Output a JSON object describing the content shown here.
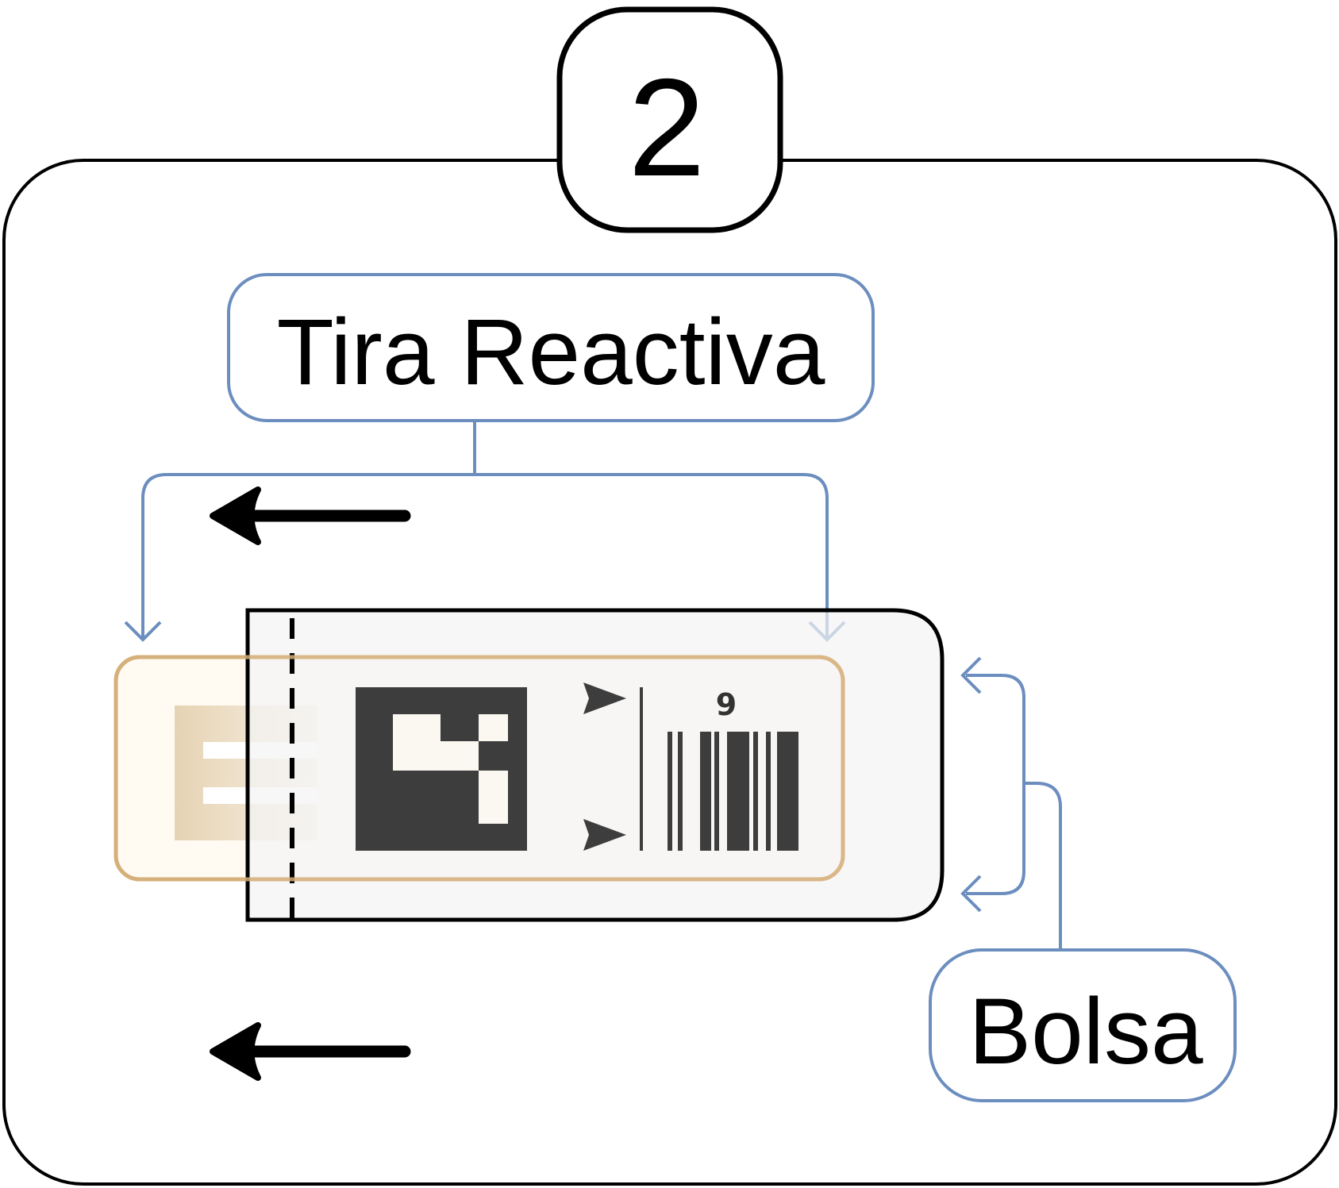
{
  "step": {
    "number": "2"
  },
  "labels": {
    "strip": "Tira Reactiva",
    "pouch": "Bolsa"
  },
  "strip": {
    "barcode_digit": "9"
  },
  "colors": {
    "outline": "#000000",
    "callout": "#6c8ebf",
    "strip_border": "#d6b07a",
    "strip_fill": "#f8f5ee",
    "pouch_fill": "#f9f9f9",
    "code_dark": "#3d3d3d"
  }
}
